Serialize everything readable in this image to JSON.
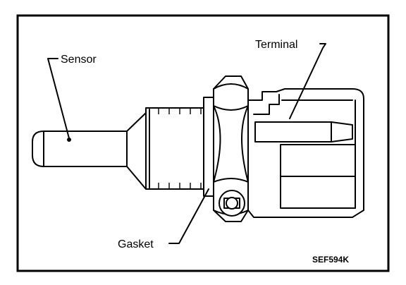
{
  "labels": {
    "sensor": "Sensor",
    "terminal": "Terminal",
    "gasket": "Gasket"
  },
  "figure_code": "SEF594K"
}
